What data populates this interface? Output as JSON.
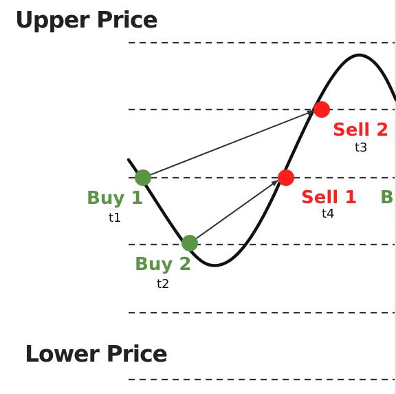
{
  "labels": {
    "upper": "Upper Price",
    "lower": "Lower Price"
  },
  "points": {
    "buy1": {
      "label": "Buy 1",
      "time": "t1"
    },
    "buy2": {
      "label": "Buy 2",
      "time": "t2"
    },
    "sell1": {
      "label": "Sell 1",
      "time": "t4"
    },
    "sell2": {
      "label": "Sell 2",
      "time": "t3"
    },
    "edge": {
      "label": "B"
    }
  },
  "colors": {
    "buy": "#5a9447",
    "sell": "#ff1f1f",
    "curve": "#111111",
    "grid": "#333333"
  }
}
